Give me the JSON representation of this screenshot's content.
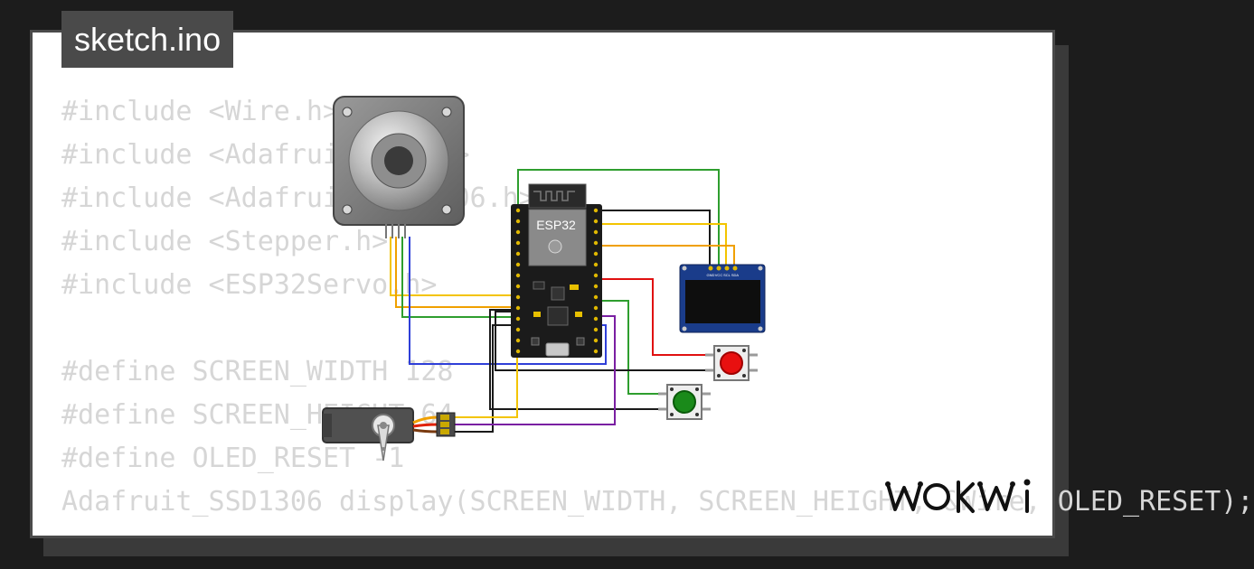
{
  "file_tab": {
    "label": "sketch.ino"
  },
  "code_lines": [
    "#include <Wire.h>",
    "#include <Adafruit_GFX.h>",
    "#include <Adafruit_SSD1306.h>",
    "#include <Stepper.h>",
    "#include <ESP32Servo.h>",
    "",
    "#define SCREEN_WIDTH 128",
    "#define SCREEN_HEIGHT 64",
    "#define OLED_RESET -1",
    "Adafruit_SSD1306 display(SCREEN_WIDTH, SCREEN_HEIGHT, &Wire, OLED_RESET);"
  ],
  "esp32": {
    "label": "ESP32"
  },
  "oled": {
    "pin_labels": [
      "GND",
      "VCC",
      "SCL",
      "SDA"
    ]
  },
  "logo": {
    "text": "WOKWi"
  },
  "colors": {
    "background": "#1c1c1c",
    "frame": "#4a4a4a",
    "code_text": "#d6d6d6",
    "wire_green": "#2e9e2e",
    "wire_yellow": "#f3c400",
    "wire_orange": "#f0a000",
    "wire_blue": "#2f3fd8",
    "wire_black": "#1a1a1a",
    "wire_red": "#e01010",
    "wire_purple": "#7a1fa2",
    "button_red": "#e81010",
    "button_green": "#1a8a1a"
  },
  "icons": {
    "stepper": "stepper-motor-icon",
    "board": "esp32-board-icon",
    "display": "oled-display-icon",
    "servo": "servo-icon",
    "red_button": "red-pushbutton-icon",
    "green_button": "green-pushbutton-icon"
  }
}
